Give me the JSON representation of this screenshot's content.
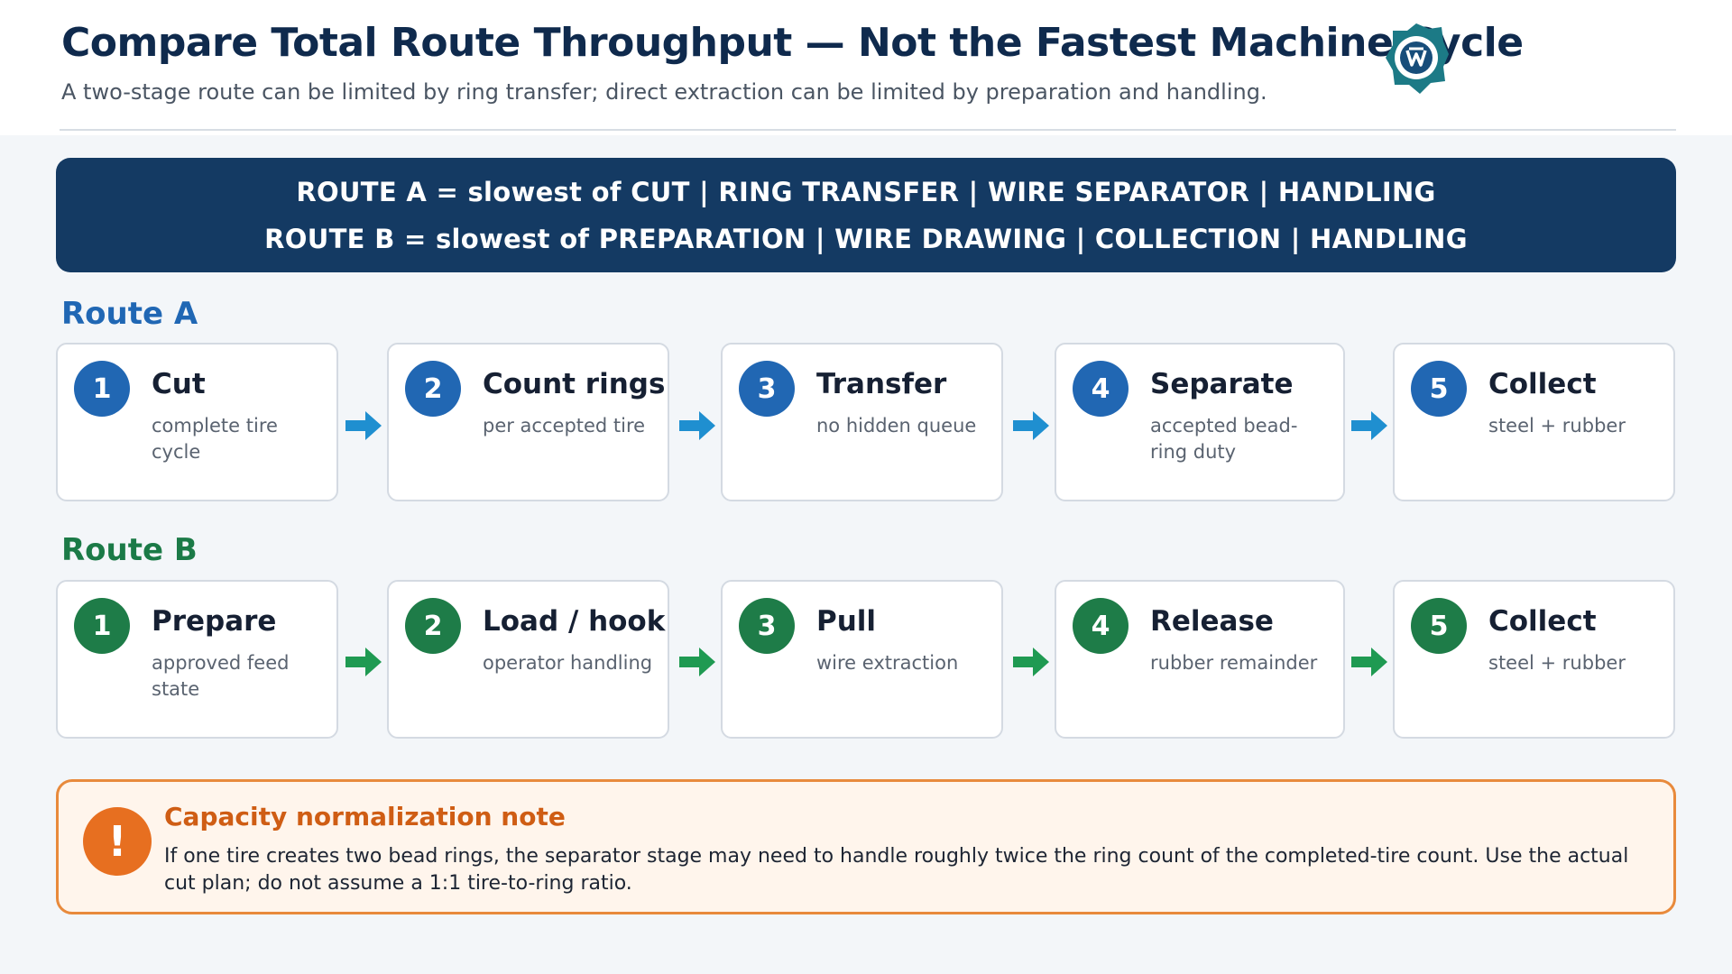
{
  "header": {
    "title": "Compare Total Route Throughput — Not the Fastest Machine Cycle",
    "subtitle": "A two-stage route can be limited by ring transfer; direct extraction can be limited by preparation and handling.",
    "logo_icon": "recycle-tire-logo-icon"
  },
  "formula": {
    "line_a": "ROUTE A  = slowest of   CUT   |   RING TRANSFER   |   WIRE SEPARATOR   |   HANDLING",
    "line_b": "ROUTE B  = slowest of   PREPARATION   |   WIRE DRAWING   |   COLLECTION   |   HANDLING"
  },
  "route_a": {
    "label": "Route A",
    "color": "#2167b3",
    "steps": [
      {
        "num": "1",
        "title": "Cut",
        "desc": "complete tire cycle"
      },
      {
        "num": "2",
        "title": "Count rings",
        "desc": "per accepted tire"
      },
      {
        "num": "3",
        "title": "Transfer",
        "desc": "no hidden queue"
      },
      {
        "num": "4",
        "title": "Separate",
        "desc": "accepted bead-ring duty"
      },
      {
        "num": "5",
        "title": "Collect",
        "desc": "steel + rubber"
      }
    ]
  },
  "route_b": {
    "label": "Route B",
    "color": "#1e7c48",
    "steps": [
      {
        "num": "1",
        "title": "Prepare",
        "desc": "approved feed state"
      },
      {
        "num": "2",
        "title": "Load / hook",
        "desc": "operator handling"
      },
      {
        "num": "3",
        "title": "Pull",
        "desc": "wire extraction"
      },
      {
        "num": "4",
        "title": "Release",
        "desc": "rubber remainder"
      },
      {
        "num": "5",
        "title": "Collect",
        "desc": "steel + rubber"
      }
    ]
  },
  "note": {
    "icon_text": "!",
    "title": "Capacity normalization note",
    "text": "If one tire creates two bead rings, the separator stage may need to handle roughly twice the ring count of the completed-tire count. Use the actual cut plan; do not assume a 1:1 tire-to-ring ratio.",
    "accent": "#e76f20"
  }
}
